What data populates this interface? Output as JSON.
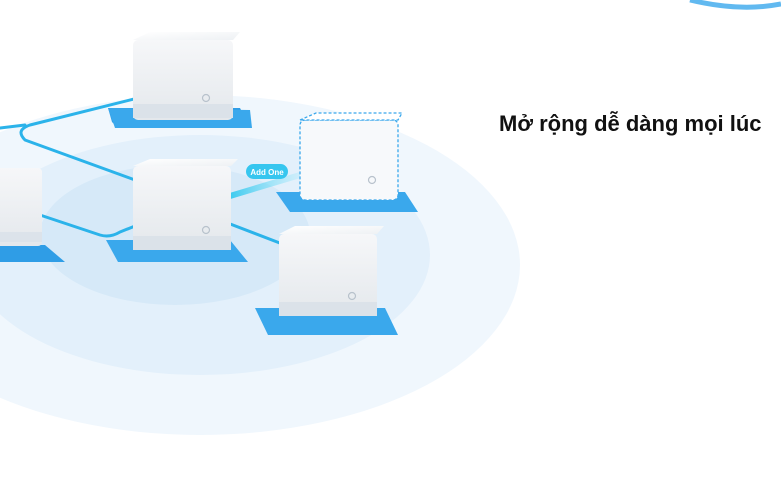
{
  "headline": "Mở rộng dễ dàng mọi lúc",
  "badge": {
    "label": "Add One"
  },
  "devices": [
    {
      "name": "mesh-unit",
      "style": "solid"
    },
    {
      "name": "mesh-unit",
      "style": "solid"
    },
    {
      "name": "mesh-unit",
      "style": "solid"
    },
    {
      "name": "mesh-unit",
      "style": "solid"
    },
    {
      "name": "mesh-unit",
      "style": "dashed-outline"
    }
  ],
  "colors": {
    "accent_blue": "#3aa8ec",
    "link_cyan": "#2bc7ee",
    "coverage_light": "#e8f3fc",
    "device_white": "#f4f6f8",
    "text_dark": "#111111"
  }
}
